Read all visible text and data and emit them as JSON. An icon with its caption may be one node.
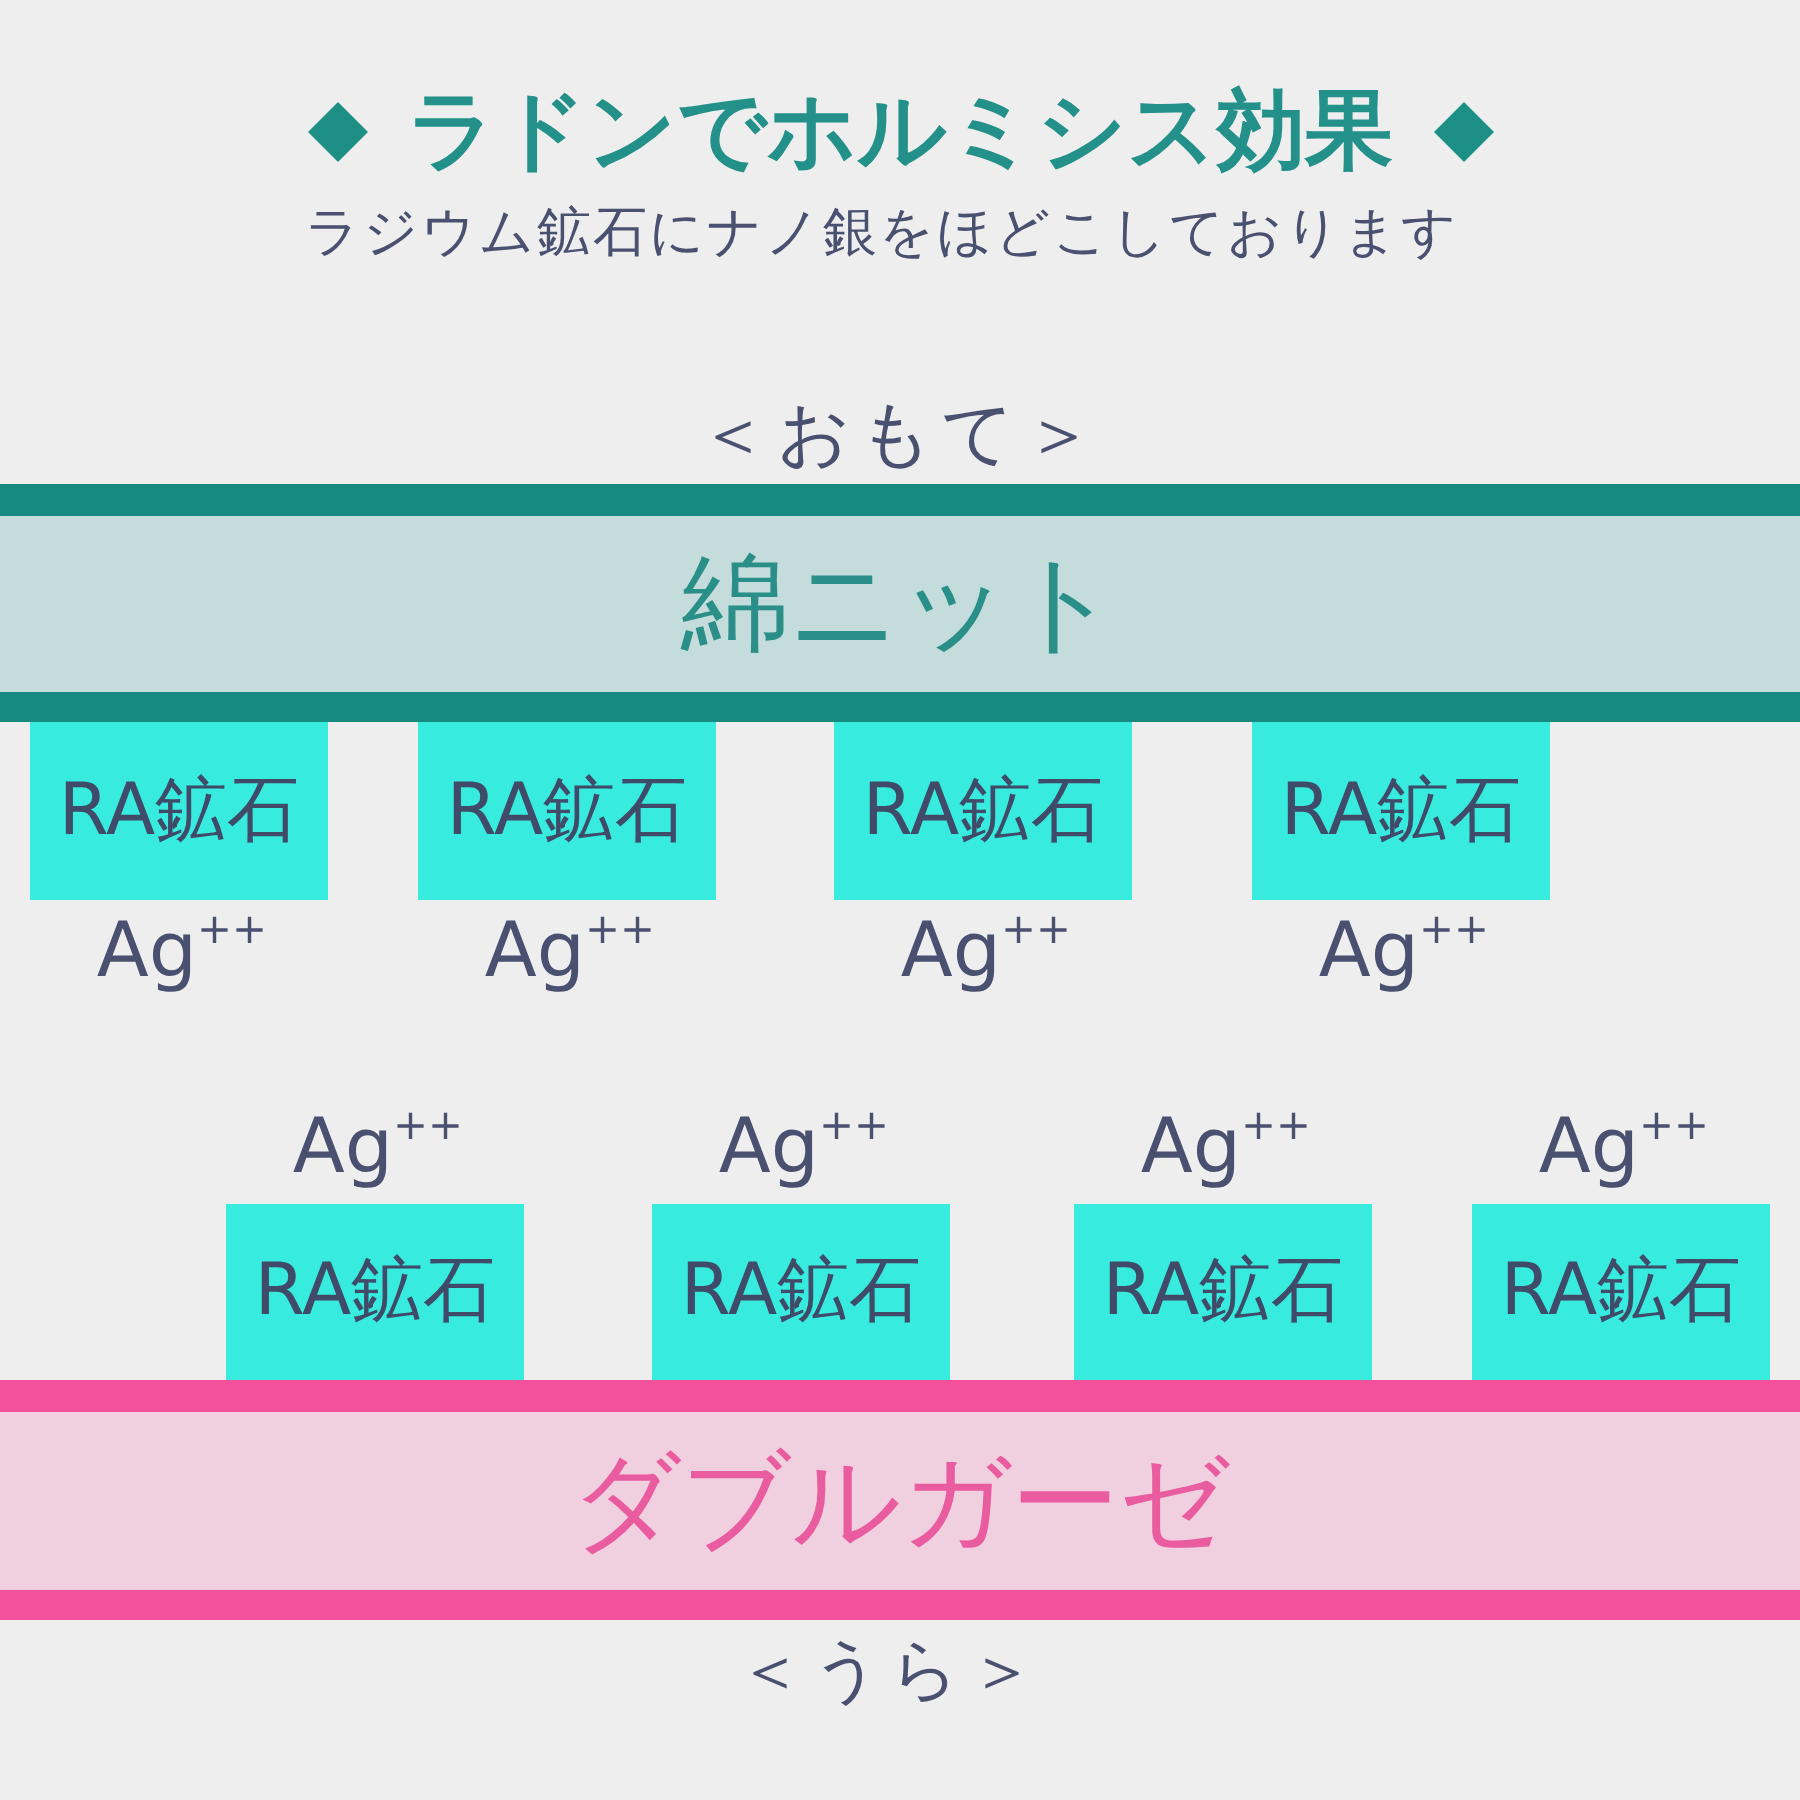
{
  "diagram": {
    "title": "ラドンでホルミシス効果",
    "nodes": [
      {
        "text": [
          "綿ニット"
        ],
        "beside": [
          "＜おもて＞"
        ]
      },
      {
        "text": [
          "RA鉱石"
        ],
        "beside": [
          "Ag$^{++}$"
        ]
      },
      {
        "text": [
          "RA鉱石"
        ],
        "beside": [
          "Ag$^{++}$"
        ]
      },
      {
        "text": [
          "RA鉱石"
        ],
        "beside": [
          "Ag$^{++}$"
        ]
      },
      {
        "text": [
          "RA鉱石"
        ],
        "beside": [
          "Ag$^{++}$"
        ]
      },
      {
        "text": [
          "RA鉱石"
        ],
        "beside": [
          "Ag$^{++}$"
        ]
      },
      {
        "text": [
          "RA鉱石"
        ],
        "beside": [
          "Ag$^{++}$"
        ]
      },
      {
        "text": [
          "RA鉱石"
        ],
        "beside": [
          "Ag$^{++}$"
        ]
      },
      {
        "text": [
          "RA鉱石"
        ],
        "beside": [
          "Ag$^{++}$"
        ]
      },
      {
        "text": [
          "ダブルガーゼ"
        ],
        "beside": [
          "＜うら＞"
        ]
      }
    ],
    "labels": [
      "ラジウム鉱石にナノ銀をほどこしております"
    ]
  }
}
